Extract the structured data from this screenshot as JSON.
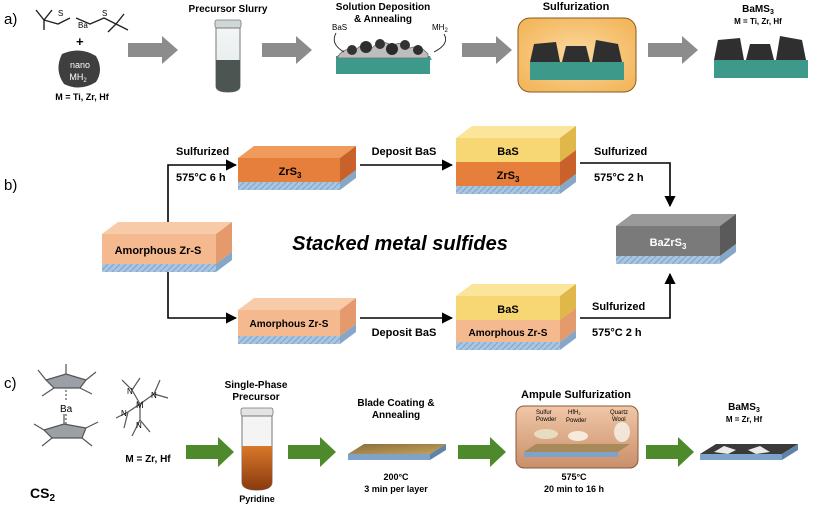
{
  "panel_a": {
    "label": "a)",
    "ba_atom": "Ba",
    "s_atom": "S",
    "plus": "+",
    "nano_label": "nano",
    "mh_label": "MH",
    "mh_sub": "2",
    "m_note": "M = Ti, Zr, Hf",
    "step_precursor": "Precursor Slurry",
    "step_deposition_line1": "Solution Deposition",
    "step_deposition_line2": "& Annealing",
    "bas_tag": "BaS",
    "mh2_tag": "MH",
    "mh2_tag_sub": "2",
    "step_sulfurization": "Sulfurization",
    "product": "BaMS",
    "product_sub": "3",
    "product_note": "M = Ti, Zr, Hf"
  },
  "panel_b": {
    "label": "b)",
    "amorphous": "Amorphous Zr-S",
    "sulfurized_top": "Sulfurized",
    "cond_top": "575°C 6 h",
    "zrs3": "ZrS",
    "zrs3_sub": "3",
    "deposit_top": "Deposit BaS",
    "bas": "BaS",
    "zrs3_stack": "ZrS",
    "zrs3_stack_sub": "3",
    "sulfurized_right_top": "Sulfurized",
    "cond_right_top": "575°C 2 h",
    "center_title": "Stacked metal sulfides",
    "bazrs3": "BaZrS",
    "bazrs3_sub": "3",
    "amorphous_bottom": "Amorphous Zr-S",
    "deposit_bottom": "Deposit BaS",
    "bas_bottom": "BaS",
    "amorphous_stack_bottom": "Amorphous Zr-S",
    "sulfurized_right_bottom": "Sulfurized",
    "cond_right_bottom": "575°C 2 h"
  },
  "panel_c": {
    "label": "c)",
    "ba_atom": "Ba",
    "m_atom": "M",
    "n_atom": "N",
    "m_note": "M = Zr, Hf",
    "cs2": "CS",
    "cs2_sub": "2",
    "step1_line1": "Single-Phase",
    "step1_line2": "Precursor",
    "pyridine": "Pyridine",
    "step2_line1": "Blade Coating &",
    "step2_line2": "Annealing",
    "step2_temp": "200°C",
    "step2_time": "3 min per layer",
    "step3": "Ampule Sulfurization",
    "sulfur_line1": "Sulfur",
    "sulfur_line2": "Powder",
    "hfh2_line1": "HfH",
    "hfh2_sub": "2",
    "hfh2_line2": "Powder",
    "quartz_line1": "Quartz",
    "quartz_line2": "Wool",
    "ampule_temp": "575°C",
    "step3_time": "20 min to 16 h",
    "product": "BaMS",
    "product_sub": "3",
    "product_note": "M = Zr, Hf"
  },
  "colors": {
    "gray_arrow": "#8c8c8c",
    "green_arrow": "#4e8a2b",
    "substrate_teal": "#3d9a8b",
    "zrs_orange": "#e67e3c",
    "amorphous_peach": "#f5b98f",
    "bas_yellow": "#f7d774",
    "bazrs3_gray": "#7a7a7a",
    "slurry_dark": "#4d5553",
    "glow": "#f8c77a",
    "substrate_blue": "#a6c3e0"
  }
}
